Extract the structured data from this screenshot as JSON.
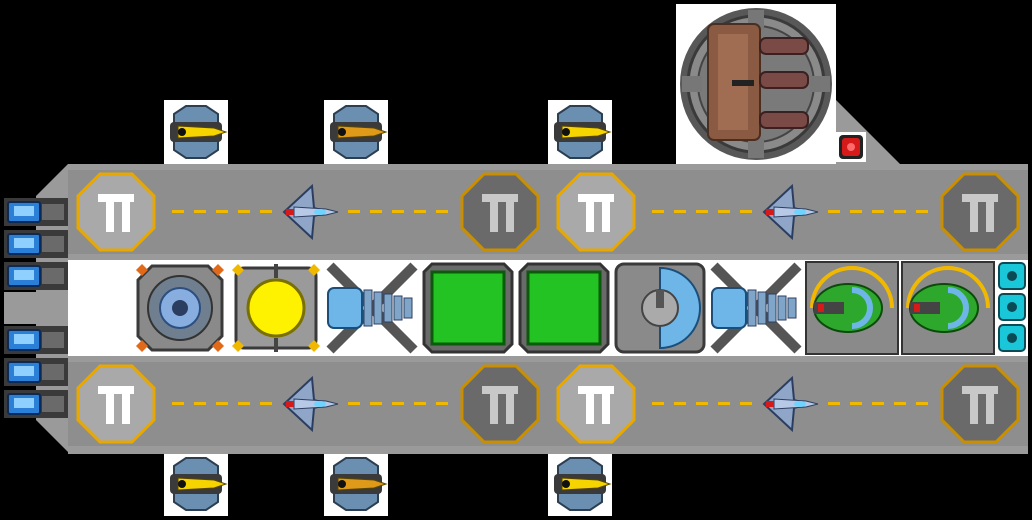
{
  "ship": {
    "description_visible": false,
    "hull_color": "#9a9a9a",
    "dark_color": "#4a4a4a",
    "accent_yellow": "#f1b800",
    "accent_green": "#22c322",
    "accent_blue": "#6fb6e8",
    "accent_cyan": "#19c7d8",
    "accent_red": "#d61a1a"
  },
  "hangars": [
    {
      "id": "top-left",
      "icon": "launch-pad-icon"
    },
    {
      "id": "top-right",
      "icon": "launch-pad-icon"
    },
    {
      "id": "bottom-left",
      "icon": "launch-pad-icon"
    },
    {
      "id": "bottom-right",
      "icon": "launch-pad-icon"
    }
  ],
  "core_modules": [
    {
      "id": "reactor",
      "icon": "reactor-icon"
    },
    {
      "id": "shield-generator",
      "icon": "shield-generator-icon"
    },
    {
      "id": "railgun-1",
      "icon": "railgun-icon"
    },
    {
      "id": "cargo-1",
      "icon": "cargo-bay-icon"
    },
    {
      "id": "cargo-2",
      "icon": "cargo-bay-icon"
    },
    {
      "id": "sensor",
      "icon": "sensor-dome-icon"
    },
    {
      "id": "railgun-2",
      "icon": "railgun-icon"
    },
    {
      "id": "plasma-1",
      "icon": "plasma-turret-icon"
    },
    {
      "id": "plasma-2",
      "icon": "plasma-turret-icon"
    }
  ],
  "turrets_top": [
    "yellow-cannon-icon",
    "orange-cannon-icon",
    "yellow-cannon-icon"
  ],
  "turrets_bottom": [
    "yellow-cannon-icon",
    "orange-cannon-icon",
    "yellow-cannon-icon"
  ]
}
